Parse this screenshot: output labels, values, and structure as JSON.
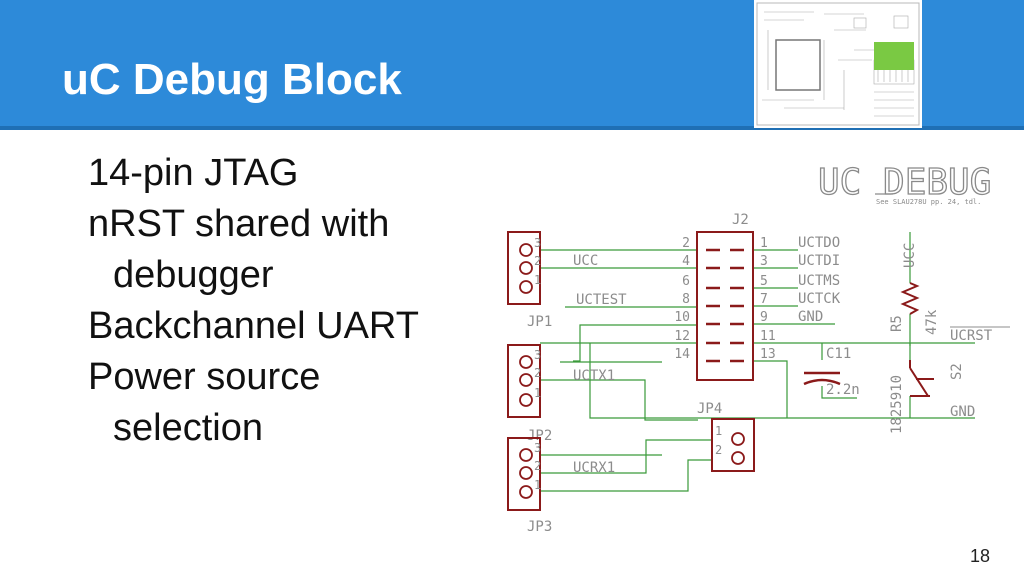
{
  "slide": {
    "title": "uC Debug Block",
    "page_number": "18",
    "bullets": [
      {
        "line1": "14-pin JTAG"
      },
      {
        "line1": "nRST shared with",
        "line2": "debugger"
      },
      {
        "line1": "Backchannel UART"
      },
      {
        "line1": "Power source",
        "line2": "selection"
      }
    ]
  },
  "schematic": {
    "heading": "UC DEBUG",
    "subheading": "See SLAU278U pp. 24, tdl.",
    "j2": {
      "name": "J2",
      "left_pins": [
        "2",
        "4",
        "6",
        "8",
        "10",
        "12",
        "14"
      ],
      "right_pins": [
        "1",
        "3",
        "5",
        "7",
        "9",
        "11",
        "13"
      ]
    },
    "nets": [
      "UCC",
      "UCTEST",
      "UCTX1",
      "UCRX1",
      "UCTDO",
      "UCTDI",
      "UCTMS",
      "UCTCK",
      "GND",
      "UCC",
      "UCRST",
      "GND"
    ],
    "jp1": {
      "name": "JP1",
      "pins": [
        "3",
        "2",
        "1"
      ]
    },
    "jp2": {
      "name": "JP2",
      "pins": [
        "3",
        "2",
        "1"
      ]
    },
    "jp3": {
      "name": "JP3",
      "pins": [
        "3",
        "2",
        "1"
      ]
    },
    "jp4": {
      "name": "JP4",
      "pins": [
        "1",
        "2"
      ]
    },
    "c11": {
      "name": "C11",
      "value": "2.2n"
    },
    "r5": {
      "name": "R5",
      "value": "47k"
    },
    "s2": {
      "name": "S2",
      "part": "1825910"
    }
  },
  "colors": {
    "header": "#2d8ad9",
    "wire": "#3a9a3a",
    "component": "#8b1a1a",
    "net_label": "#8c8c8c"
  }
}
